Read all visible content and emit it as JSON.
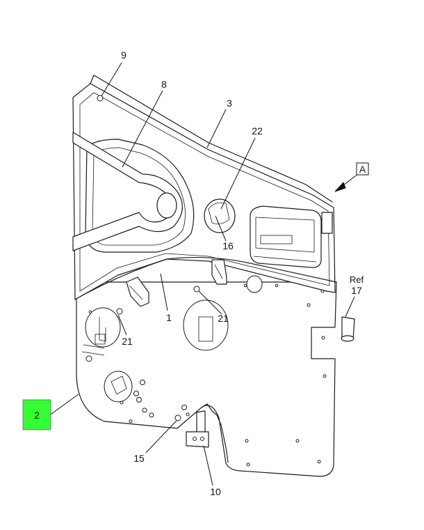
{
  "callouts": {
    "c1": "1",
    "c2": "2",
    "c3": "3",
    "c8": "8",
    "c9": "9",
    "c10": "10",
    "c15": "15",
    "c16": "16",
    "c17": "17",
    "c21a": "21",
    "c21b": "21",
    "c22": "22",
    "ref": "Ref",
    "view": "A"
  },
  "colors": {
    "highlight": "#33ff33"
  }
}
